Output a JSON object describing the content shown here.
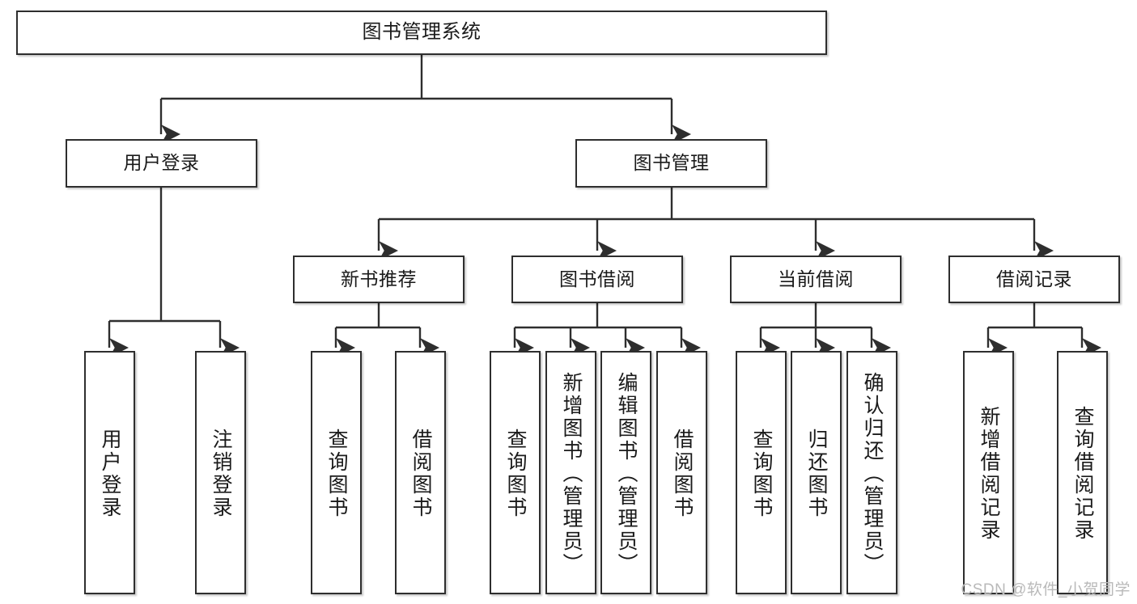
{
  "diagram": {
    "title": "图书管理系统",
    "type": "tree-hierarchy-chart",
    "watermark": "CSDN @软件_小贺同学",
    "colors": {
      "box_border": "#2e2e2e",
      "box_fill": "#ffffff",
      "connector": "#2e2e2e",
      "text": "#1a1a1a",
      "watermark": "#b9b9b9",
      "background": "#ffffff"
    },
    "root": {
      "label": "图书管理系统"
    },
    "level2": [
      {
        "id": "user-login",
        "label": "用户登录"
      },
      {
        "id": "book-management",
        "label": "图书管理"
      }
    ],
    "level3": [
      {
        "id": "new-book-recommend",
        "label": "新书推荐"
      },
      {
        "id": "book-borrow",
        "label": "图书借阅"
      },
      {
        "id": "current-borrow",
        "label": "当前借阅"
      },
      {
        "id": "borrow-record",
        "label": "借阅记录"
      }
    ],
    "leaves": {
      "user_login": [
        {
          "id": "leaf-user-login",
          "label": "用户登录"
        },
        {
          "id": "leaf-logout-login",
          "label": "注销登录"
        }
      ],
      "new_book_recommend": [
        {
          "id": "leaf-query-book-1",
          "label": "查询图书"
        },
        {
          "id": "leaf-borrow-book-1",
          "label": "借阅图书"
        }
      ],
      "book_borrow": [
        {
          "id": "leaf-query-book-2",
          "label": "查询图书"
        },
        {
          "id": "leaf-add-book",
          "label": "新增图书（管理员）"
        },
        {
          "id": "leaf-edit-book",
          "label": "编辑图书（管理员）"
        },
        {
          "id": "leaf-borrow-book-2",
          "label": "借阅图书"
        }
      ],
      "current_borrow": [
        {
          "id": "leaf-query-book-3",
          "label": "查询图书"
        },
        {
          "id": "leaf-return-book",
          "label": "归还图书"
        },
        {
          "id": "leaf-confirm-return",
          "label": "确认归还（管理员）"
        }
      ],
      "borrow_record": [
        {
          "id": "leaf-add-borrow-record",
          "label": "新增借阅记录"
        },
        {
          "id": "leaf-query-borrow-record",
          "label": "查询借阅记录"
        }
      ]
    }
  }
}
